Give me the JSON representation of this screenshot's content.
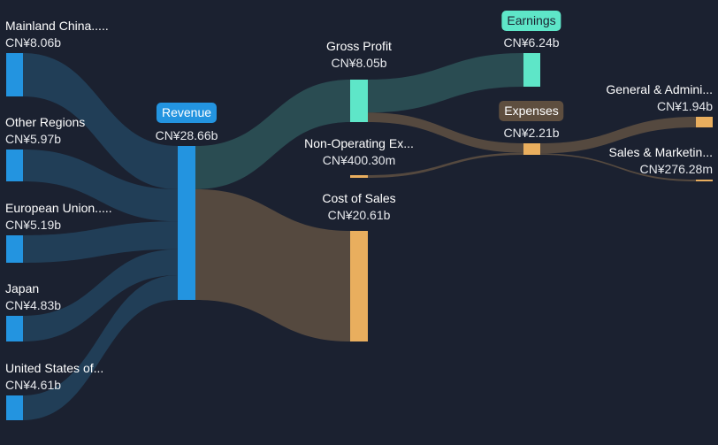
{
  "chart_data": {
    "type": "sankey",
    "currency": "CN¥",
    "nodes": [
      {
        "id": "mainland_china",
        "label": "Mainland China.....",
        "value_text": "CN¥8.06b",
        "value": 8.06
      },
      {
        "id": "other_regions",
        "label": "Other Regions",
        "value_text": "CN¥5.97b",
        "value": 5.97
      },
      {
        "id": "european_union",
        "label": "European Union.....",
        "value_text": "CN¥5.19b",
        "value": 5.19
      },
      {
        "id": "japan",
        "label": "Japan",
        "value_text": "CN¥4.83b",
        "value": 4.83
      },
      {
        "id": "united_states",
        "label": "United States of...",
        "value_text": "CN¥4.61b",
        "value": 4.61
      },
      {
        "id": "revenue",
        "label": "Revenue",
        "value_text": "CN¥28.66b",
        "value": 28.66
      },
      {
        "id": "gross_profit",
        "label": "Gross Profit",
        "value_text": "CN¥8.05b",
        "value": 8.05
      },
      {
        "id": "non_operating",
        "label": "Non-Operating Ex...",
        "value_text": "CN¥400.30m",
        "value": 0.4003
      },
      {
        "id": "cost_of_sales",
        "label": "Cost of Sales",
        "value_text": "CN¥20.61b",
        "value": 20.61
      },
      {
        "id": "earnings",
        "label": "Earnings",
        "value_text": "CN¥6.24b",
        "value": 6.24
      },
      {
        "id": "expenses",
        "label": "Expenses",
        "value_text": "CN¥2.21b",
        "value": 2.21
      },
      {
        "id": "general_admin",
        "label": "General & Admini...",
        "value_text": "CN¥1.94b",
        "value": 1.94
      },
      {
        "id": "sales_marketing",
        "label": "Sales & Marketin...",
        "value_text": "CN¥276.28m",
        "value": 0.27628
      }
    ],
    "links": [
      {
        "source": "mainland_china",
        "target": "revenue",
        "value": 8.06
      },
      {
        "source": "other_regions",
        "target": "revenue",
        "value": 5.97
      },
      {
        "source": "european_union",
        "target": "revenue",
        "value": 5.19
      },
      {
        "source": "japan",
        "target": "revenue",
        "value": 4.83
      },
      {
        "source": "united_states",
        "target": "revenue",
        "value": 4.61
      },
      {
        "source": "revenue",
        "target": "gross_profit",
        "value": 8.05
      },
      {
        "source": "revenue",
        "target": "cost_of_sales",
        "value": 20.61
      },
      {
        "source": "gross_profit",
        "target": "earnings",
        "value": 6.24
      },
      {
        "source": "gross_profit",
        "target": "expenses",
        "value": 1.81
      },
      {
        "source": "non_operating",
        "target": "expenses",
        "value": 0.4003
      },
      {
        "source": "expenses",
        "target": "general_admin",
        "value": 1.94
      },
      {
        "source": "expenses",
        "target": "sales_marketing",
        "value": 0.27628
      }
    ],
    "colors": {
      "background": "#1b2130",
      "revenue_blue": "#2394e0",
      "profit_teal": "#5ee6c8",
      "cost_orange": "#e9ae5e",
      "expense_brown": "#5e4e3f",
      "link_blue": "#22405a",
      "link_teal": "#2b4f54",
      "link_brown": "#584c40"
    }
  }
}
